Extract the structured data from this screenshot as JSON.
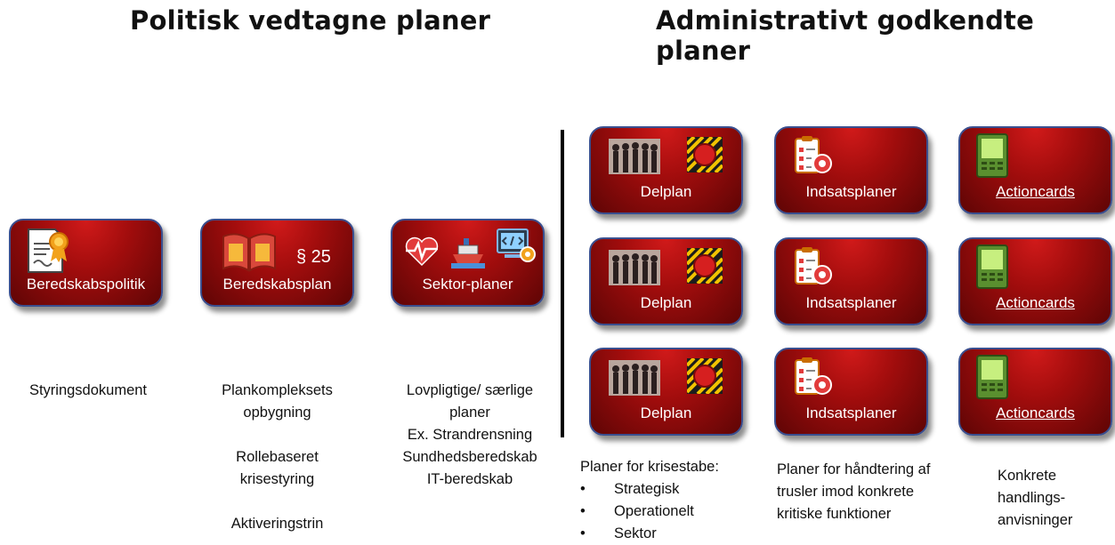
{
  "headings": {
    "left": "Politisk vedtagne planer",
    "right": "Administrativt godkendte planer"
  },
  "left_cards": [
    {
      "label": "Beredskabspolitik",
      "icon": "certificate-icon"
    },
    {
      "label": "Beredskabsplan",
      "extra": "§ 25",
      "icon": "open-book-icon"
    },
    {
      "label": "Sektor-planer",
      "icon": "sector-icons"
    }
  ],
  "left_desc": {
    "col1": [
      "Styringsdokument"
    ],
    "col2": [
      "Plankompleksets",
      "opbygning",
      "",
      "Rollebaseret",
      "krisestyring",
      "",
      "Aktiveringstrin"
    ],
    "col3": [
      "Lovpligtige/ særlige",
      "planer",
      "Ex. Strandrensning",
      "Sundhedsberedskab",
      "IT-beredskab"
    ]
  },
  "right_cards": {
    "delplan": "Delplan",
    "indsatsplaner": "Indsatsplaner",
    "actioncards": "Actioncards"
  },
  "right_desc": {
    "col1_title": "Planer for krisestabe:",
    "col1_items": [
      "Strategisk",
      "Operationelt",
      "Sektor"
    ],
    "col2": [
      "Planer for håndtering af",
      "trusler imod konkrete",
      "kritiske funktioner"
    ],
    "col3": [
      "Konkrete",
      "handlings-",
      "anvisninger"
    ]
  },
  "colors": {
    "card_red": "#a30d0d",
    "card_border": "#3a4f8f",
    "link_text": "#ffffff"
  }
}
